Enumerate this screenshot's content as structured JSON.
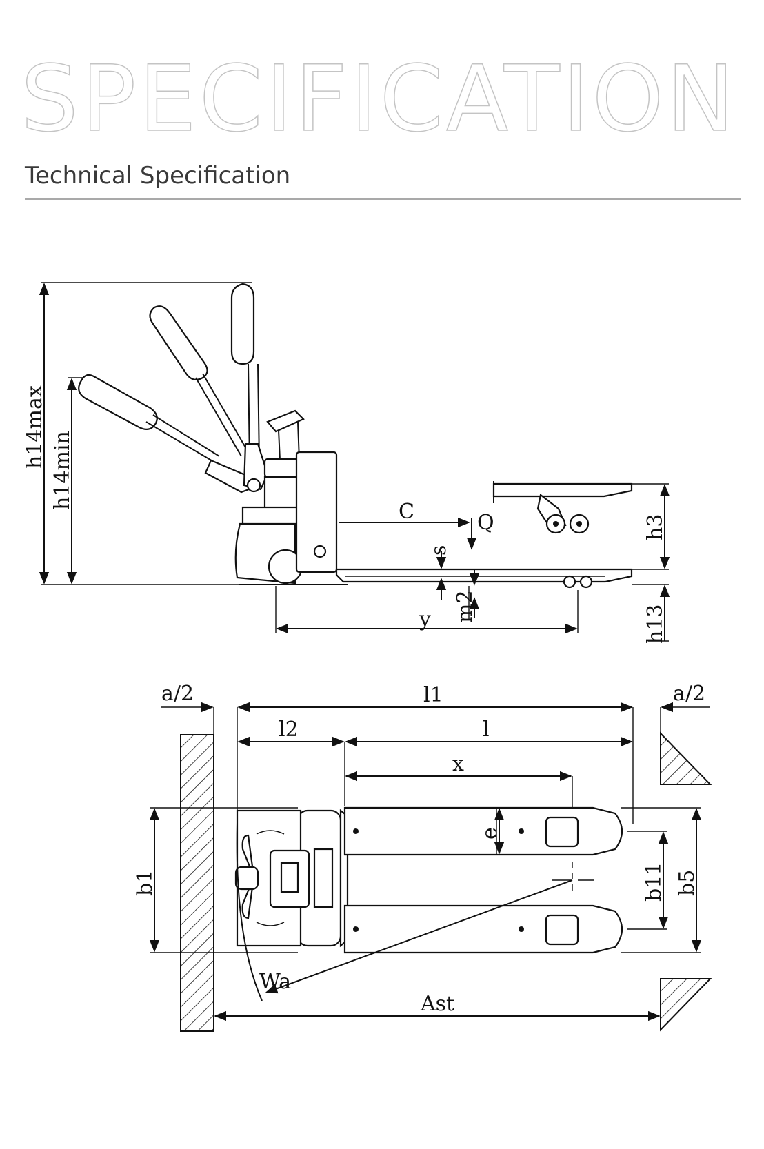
{
  "header": {
    "title": "SPECIFICATION",
    "subtitle": "Technical Specification"
  },
  "side_view": {
    "labels": {
      "h14max": "h14max",
      "h14min": "h14min",
      "C": "C",
      "Q": "Q",
      "s": "s",
      "h3": "h3",
      "m2": "m2",
      "y": "y",
      "h13": "h13"
    }
  },
  "top_view": {
    "labels": {
      "a2_left": "a/2",
      "l1": "l1",
      "a2_right": "a/2",
      "l2": "l2",
      "l": "l",
      "x": "x",
      "e": "e",
      "b1": "b1",
      "b11": "b11",
      "b5": "b5",
      "Wa": "Wa",
      "Ast": "Ast"
    }
  },
  "colors": {
    "outline_text": "#c4c4c4",
    "subtitle": "#3a3a3a",
    "rule": "#a9a9a9",
    "line": "#111111"
  }
}
